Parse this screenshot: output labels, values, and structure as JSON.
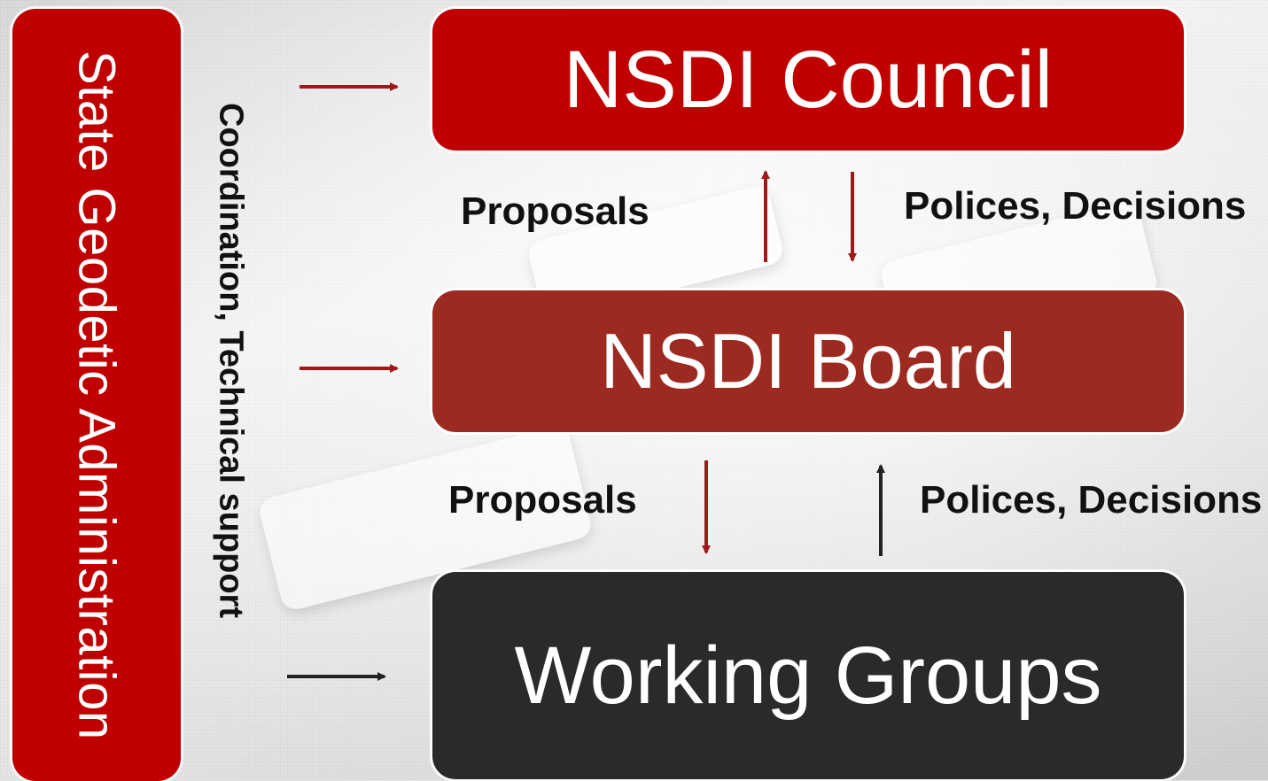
{
  "colors": {
    "council": "#c00000",
    "board": "#9c2a20",
    "groups": "#2a2a2a",
    "side_panel": "#c00000",
    "arrow_red": "#a01818",
    "arrow_dark": "#222222"
  },
  "side_panel": {
    "label": "State Geodetic  Administration"
  },
  "side_label": "Coordination, Technical support",
  "nodes": {
    "council": "NSDI Council",
    "board": "NSDI Board",
    "groups": "Working Groups"
  },
  "edges": {
    "board_to_council_label": "Proposals",
    "council_to_board_label": "Polices, Decisions",
    "board_to_groups_label": "Proposals",
    "groups_to_board_label": "Polices, Decisions"
  }
}
